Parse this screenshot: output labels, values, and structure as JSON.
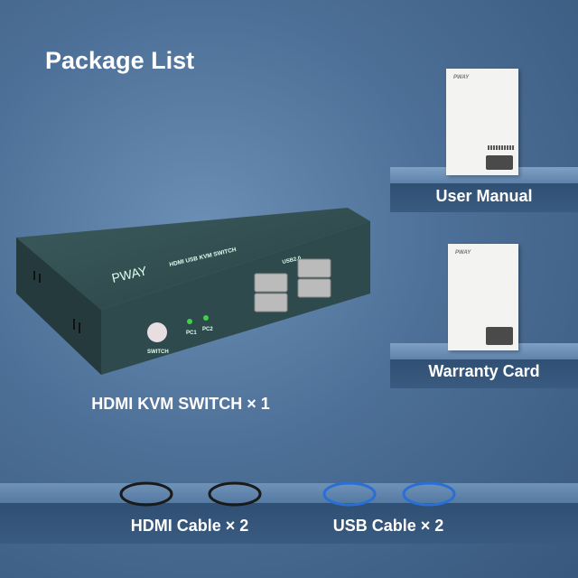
{
  "title": "Package List",
  "items": [
    {
      "label": "User Manual"
    },
    {
      "label": "Warranty Card"
    },
    {
      "label": "HDMI KVM SWITCH × 1"
    },
    {
      "label": "HDMI Cable × 2"
    },
    {
      "label": "USB Cable × 2"
    }
  ],
  "device": {
    "brand": "PWAY",
    "model": "HDMI USB KVM SWITCH",
    "usb_label": "USB2.0",
    "button": "SWITCH",
    "led1": "PC1",
    "led2": "PC2"
  },
  "doc_brand": "PWAY",
  "colors": {
    "background": "#4d7098",
    "device": "#2f4a4c",
    "usb_cable": "#2a6fd6",
    "hdmi_cable": "#1a1a1a",
    "led": "#3fd14a"
  }
}
